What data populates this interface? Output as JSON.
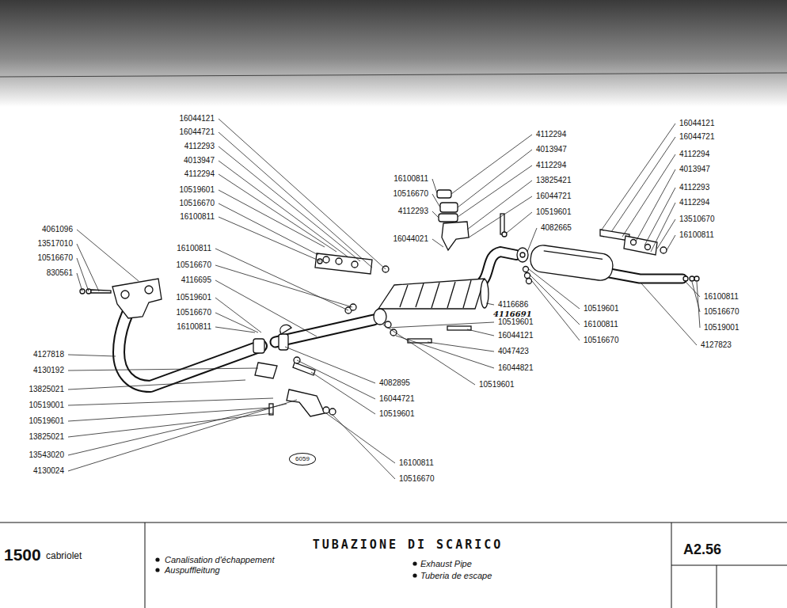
{
  "diagram": {
    "title": "TUBAZIONE DI SCARICO",
    "nodes": [
      {
        "text": [
          "6059"
        ]
      }
    ],
    "labels": [
      "16044121",
      "16044721",
      "4112293",
      "4013947",
      "4112294",
      "10519601",
      "10516670",
      "16100811",
      "4061096",
      "13517010",
      "10516670",
      "830561",
      "16100811",
      "10516670",
      "4116695",
      "10519601",
      "10516670",
      "16100811",
      "4127818",
      "4130192",
      "13825021",
      "10519001",
      "10519601",
      "13825021",
      "13543020",
      "4130024",
      "4082895",
      "16044721",
      "10519601",
      "16100811",
      "10516670",
      "4116686",
      "4116691",
      "10519601",
      "16044121",
      "4047423",
      "16044821",
      "10519601",
      "16100811",
      "10516670",
      "4112293",
      "16044021",
      "4112294",
      "4013947",
      "4112294",
      "13825421",
      "16044721",
      "10519601",
      "4082665",
      "16044121",
      "16044721",
      "4112294",
      "4013947",
      "4112293",
      "4112294",
      "13510670",
      "16100811",
      "16100811",
      "10516670",
      "10519001",
      "4127823",
      "10519601",
      "16100811",
      "10516670",
      "1500",
      "cabriolet",
      "Canalisation d'échappement",
      "Auspuffleitung",
      "Exhaust Pipe",
      "Tuberia de escape",
      "A2.56"
    ]
  }
}
